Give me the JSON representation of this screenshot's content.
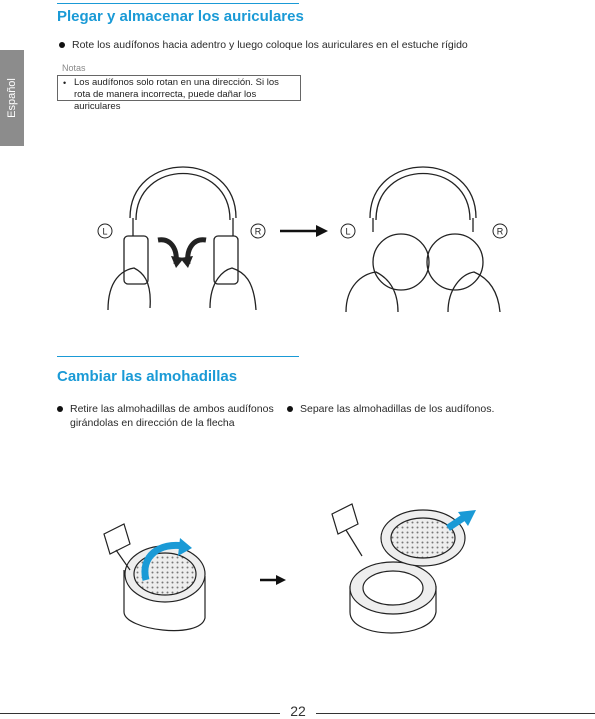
{
  "sidebar": {
    "language_tab": "Español"
  },
  "section1": {
    "title": "Plegar y almacenar los auriculares",
    "bullet": "Rote los audífonos hacia adentro y luego coloque los auriculares en el estuche rígido",
    "notes_label": "Notas",
    "note_text": "Los audífonos solo rotan en una dirección. Si los rota de manera incorrecta, puede dañar los auriculares"
  },
  "figure1": {
    "left_label": "L",
    "right_label": "R"
  },
  "section2": {
    "title": "Cambiar las almohadillas",
    "bullet_left": "Retire las almohadillas de ambos audífonos girándolas en dirección de la flecha",
    "bullet_right": "Separe las almohadillas de los audífonos."
  },
  "footer": {
    "page_number": "22"
  },
  "colors": {
    "accent": "#1a9ad6",
    "sidebar_tab": "#8c8c8c"
  }
}
